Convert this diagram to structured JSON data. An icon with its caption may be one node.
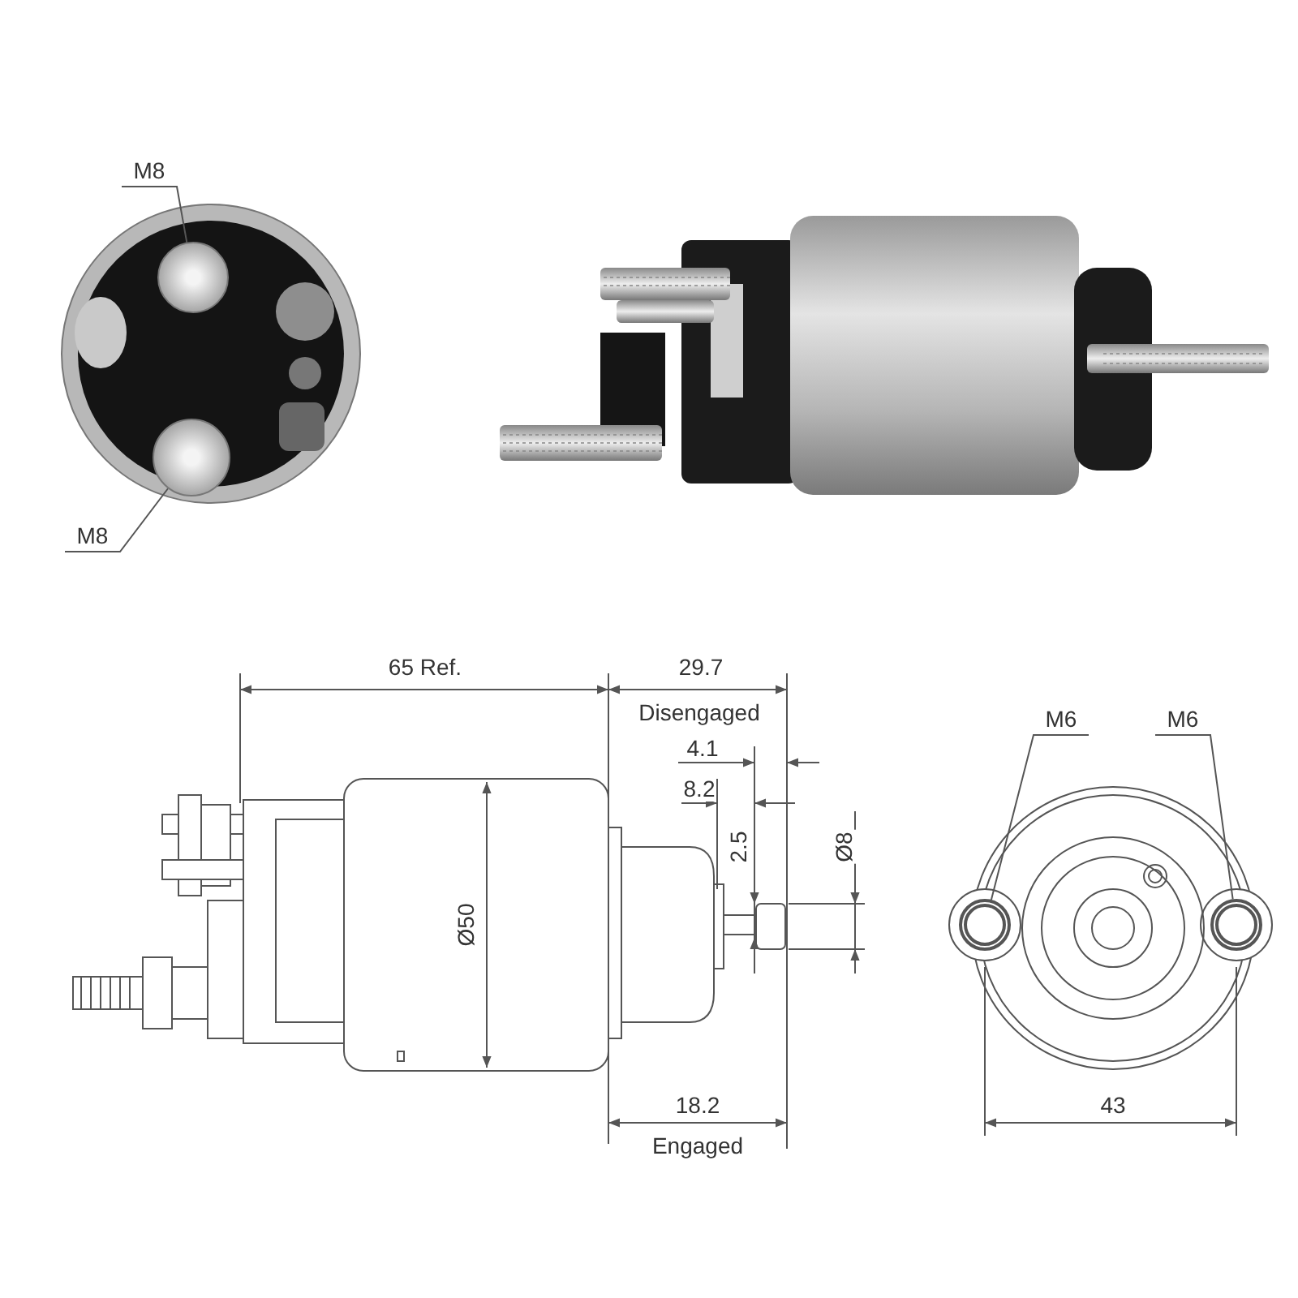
{
  "diagram": {
    "nodes": [
      {
        "text": [
          "M8"
        ]
      },
      {
        "text": [],
        "shape": "circle"
      },
      {
        "text": [
          "M8"
        ]
      },
      {
        "text": [],
        "shape": "circle"
      },
      {
        "text": [
          "M6"
        ]
      },
      {
        "text": [],
        "shape": "circle"
      },
      {
        "text": [
          "M6"
        ]
      },
      {
        "text": [],
        "shape": "circle"
      }
    ],
    "edges": [
      {
        "from": 0,
        "to": 1,
        "arrow": "none"
      },
      {
        "from": 2,
        "to": 3,
        "arrow": "none"
      },
      {
        "from": 4,
        "to": 5,
        "arrow": "none"
      },
      {
        "from": 6,
        "to": 7,
        "arrow": "none"
      }
    ],
    "labels": [
      "65 Ref.",
      "29.7",
      "Disengaged",
      "4.1",
      "8.2",
      "2.5",
      "Ø8",
      "Ø50",
      "18.2",
      "Engaged",
      "43"
    ]
  }
}
